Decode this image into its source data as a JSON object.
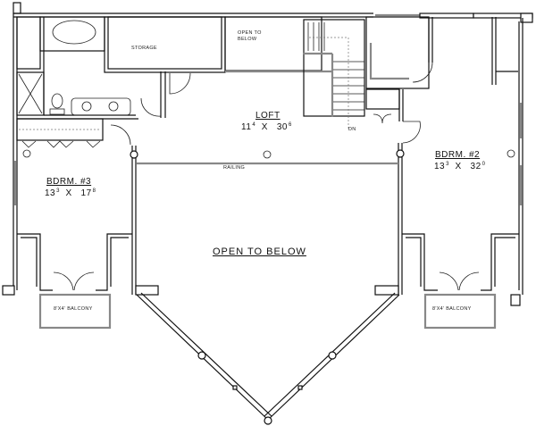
{
  "plan": {
    "type": "upper floor plan",
    "rooms": {
      "loft": {
        "name": "LOFT",
        "dim_a": "11",
        "dim_a_in": "4",
        "x": "X",
        "dim_b": "30",
        "dim_b_in": "6"
      },
      "bdrm2": {
        "name": "BDRM. #2",
        "dim_a": "13",
        "dim_a_in": "3",
        "x": "X",
        "dim_b": "32",
        "dim_b_in": "0"
      },
      "bdrm3": {
        "name": "BDRM. #3",
        "dim_a": "13",
        "dim_a_in": "3",
        "x": "X",
        "dim_b": "17",
        "dim_b_in": "8"
      }
    },
    "labels": {
      "storage": "STORAGE",
      "open_to_below_small_1": "OPEN TO",
      "open_to_below_small_2": "BELOW",
      "open_to_below_main": "OPEN TO BELOW",
      "railing": "RAILING",
      "stair_dn": "DN",
      "balcony_left": "8'X4' BALCONY",
      "balcony_right": "8'X4' BALCONY"
    }
  }
}
